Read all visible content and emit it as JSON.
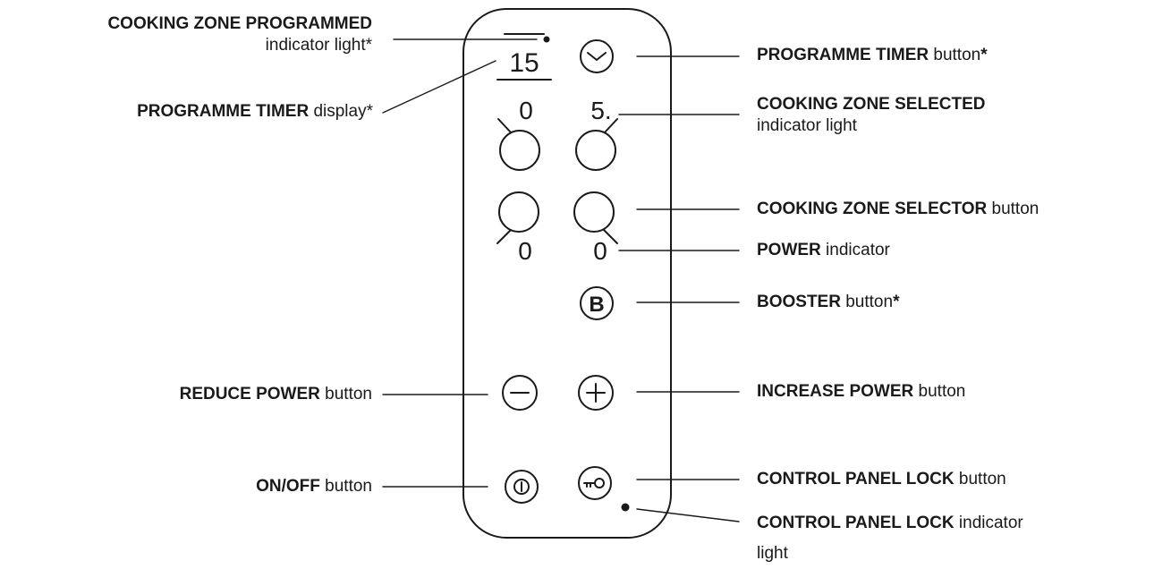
{
  "panel": {
    "timer_display": "15",
    "zone_levels": [
      "0",
      "5.",
      "0",
      "0"
    ],
    "booster_letter": "B"
  },
  "labels": {
    "zone_programmed": {
      "bold": "COOKING ZONE PROGRAMMED",
      "normal": "indicator light*"
    },
    "timer_display": {
      "bold": "PROGRAMME TIMER",
      "normal": " display*"
    },
    "reduce_power": {
      "bold": "REDUCE POWER",
      "normal": " button"
    },
    "on_off": {
      "bold": "ON/OFF",
      "normal": " button"
    },
    "timer_button": {
      "bold": "PROGRAMME TIMER",
      "normal": " button",
      "star": "*"
    },
    "zone_selected": {
      "bold": "COOKING ZONE SELECTED",
      "normal": "indicator light"
    },
    "zone_selector": {
      "bold": "COOKING ZONE SELECTOR",
      "normal": " button"
    },
    "power_indicator": {
      "bold": "POWER",
      "normal": " indicator"
    },
    "booster": {
      "bold": "BOOSTER",
      "normal": " button",
      "star": "*"
    },
    "increase_power": {
      "bold": "INCREASE POWER",
      "normal": " button"
    },
    "lock_button": {
      "bold": "CONTROL PANEL LOCK",
      "normal": " button"
    },
    "lock_light": {
      "bold": "CONTROL PANEL LOCK",
      "normal": " indicator",
      "line2": "light"
    }
  }
}
